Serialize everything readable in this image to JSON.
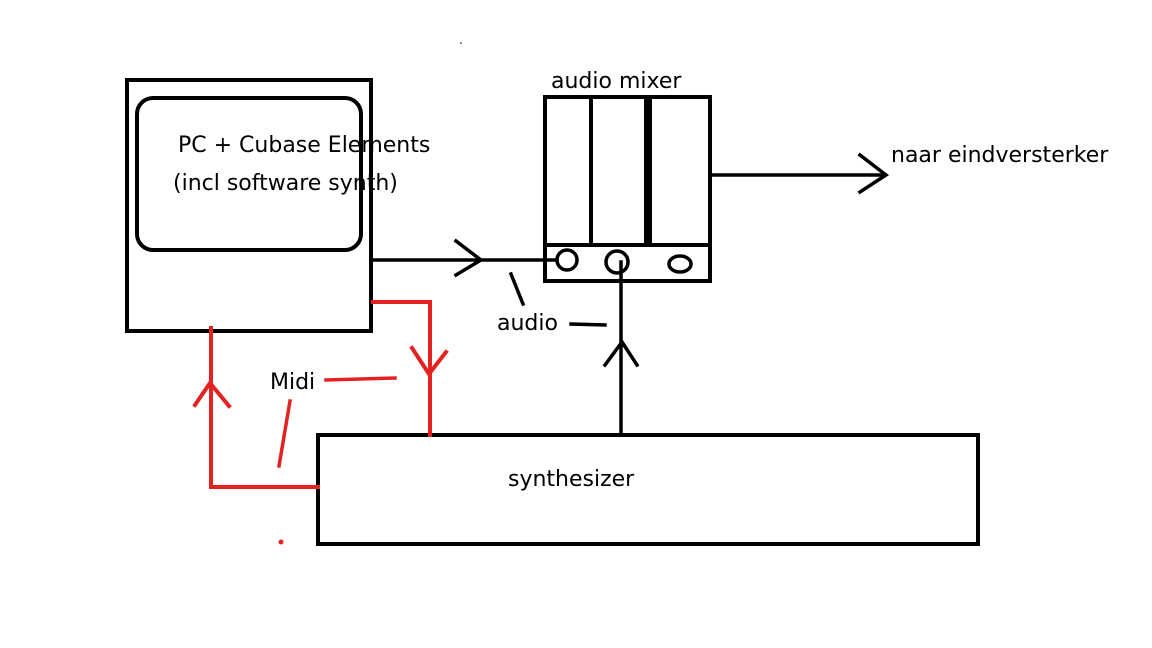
{
  "colors": {
    "ink": "#000000",
    "midi": "#e32322",
    "background": "#ffffff"
  },
  "pc": {
    "line1": "PC + Cubase Elements",
    "line2": "(incl software synth)"
  },
  "mixer": {
    "title": "audio mixer",
    "output_label": "naar eindversterker"
  },
  "labels": {
    "audio": "audio",
    "midi": "Midi"
  },
  "synth": {
    "label": "synthesizer"
  }
}
